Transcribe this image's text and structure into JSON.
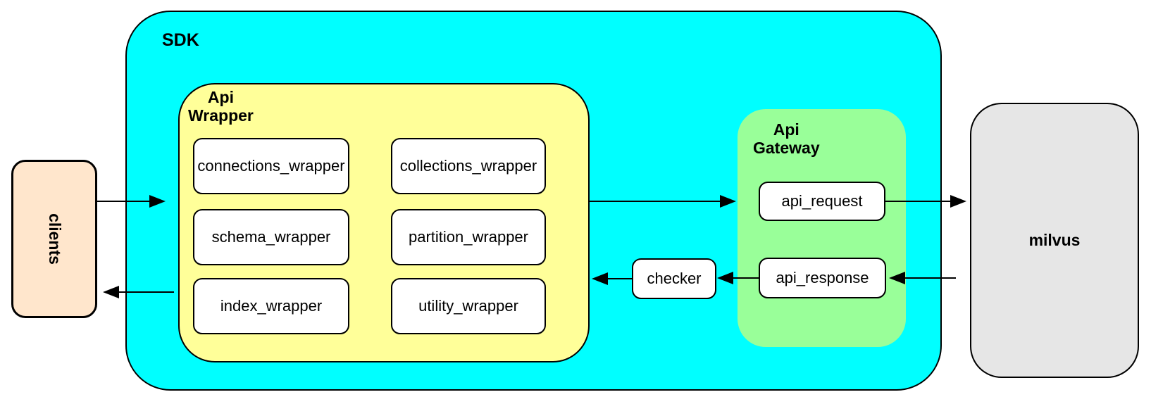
{
  "nodes": {
    "clients": {
      "label": "clients"
    },
    "sdk": {
      "label": "SDK"
    },
    "api_wrapper": {
      "label": "Api\nWrapper",
      "boxes": [
        "connections_wrapper",
        "collections_wrapper",
        "schema_wrapper",
        "partition_wrapper",
        "index_wrapper",
        "utility_wrapper"
      ]
    },
    "checker": {
      "label": "checker"
    },
    "api_gateway": {
      "label": "Api\nGateway",
      "request_label": "api_request",
      "response_label": "api_response"
    },
    "milvus": {
      "label": "milvus"
    }
  },
  "edges": [
    {
      "from": "clients",
      "to": "SDK",
      "direction": "right"
    },
    {
      "from": "Api Wrapper",
      "to": "Api Gateway",
      "direction": "right"
    },
    {
      "from": "api_request",
      "to": "milvus",
      "direction": "right"
    },
    {
      "from": "milvus",
      "to": "api_response",
      "direction": "left"
    },
    {
      "from": "api_response",
      "to": "checker",
      "direction": "left"
    },
    {
      "from": "checker",
      "to": "Api Wrapper",
      "direction": "left"
    },
    {
      "from": "SDK",
      "to": "clients",
      "direction": "left"
    }
  ],
  "colors": {
    "sdk-fill": "#00ffff",
    "wrapper-fill": "#ffff99",
    "gateway-fill": "#99ff99",
    "clients-fill": "#ffe6cc",
    "milvus-fill": "#e6e6e6",
    "node-fill": "#ffffff",
    "stroke": "#000000"
  }
}
